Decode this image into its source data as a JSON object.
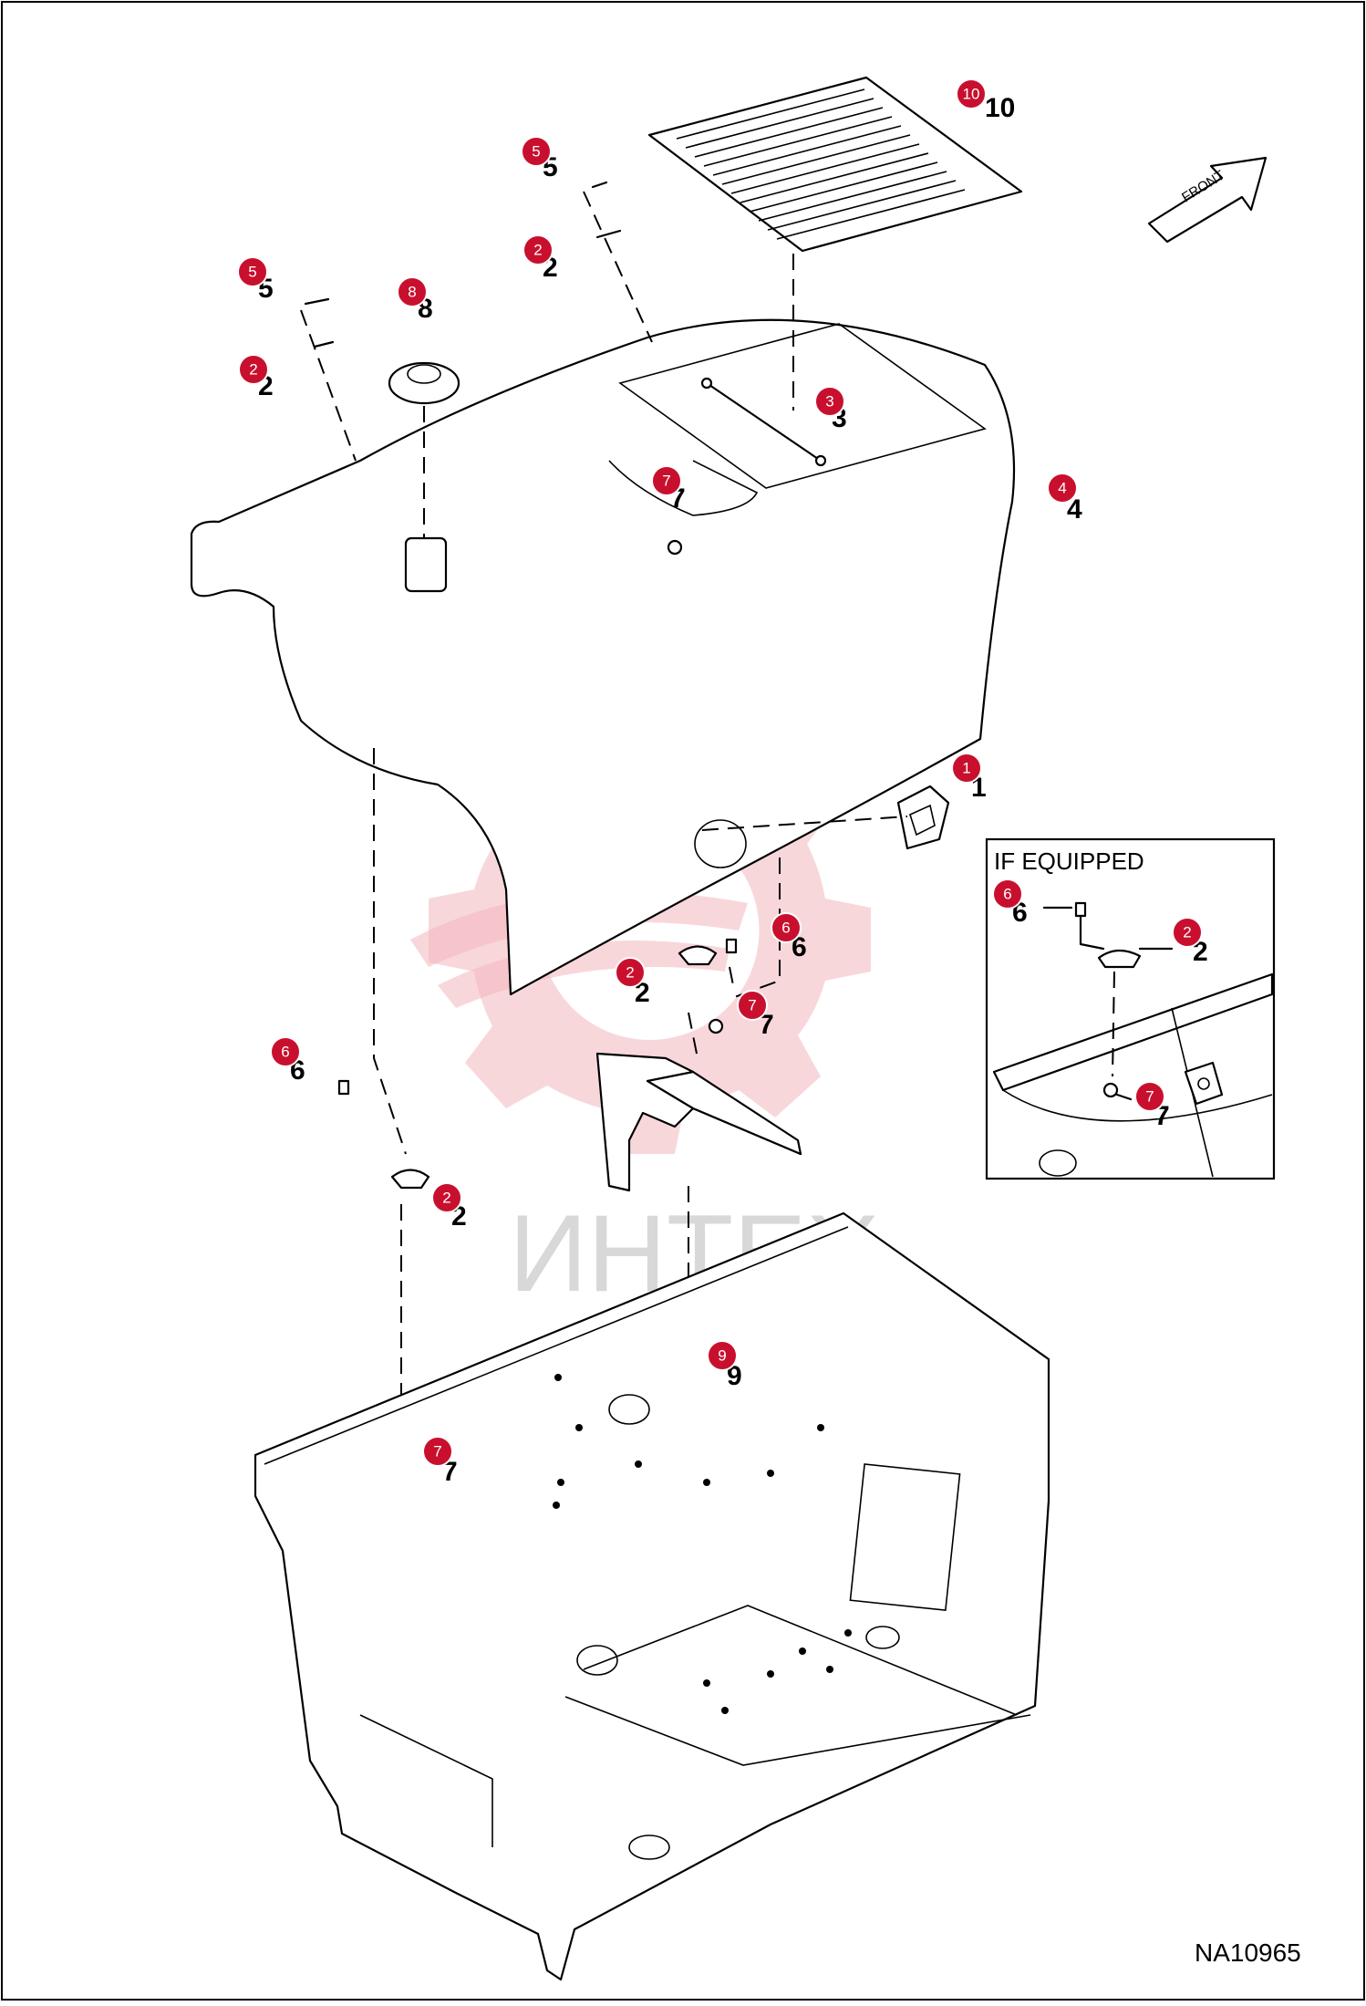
{
  "figure_code": "NA10965",
  "direction_label": "FRONT",
  "inset_title": "IF EQUIPPED",
  "watermark_text": "ИНТЕХ",
  "colors": {
    "callout": "#c8102e",
    "line": "#000000",
    "watermark": "#f3b7bd"
  },
  "callouts": [
    {
      "id": "c10",
      "label": "10"
    },
    {
      "id": "c5a",
      "label": "5"
    },
    {
      "id": "c2a",
      "label": "2"
    },
    {
      "id": "c5b",
      "label": "5"
    },
    {
      "id": "c8",
      "label": "8"
    },
    {
      "id": "c2b",
      "label": "2"
    },
    {
      "id": "c3",
      "label": "3"
    },
    {
      "id": "c7a",
      "label": "7"
    },
    {
      "id": "c4",
      "label": "4"
    },
    {
      "id": "c1",
      "label": "1"
    },
    {
      "id": "c6a",
      "label": "6"
    },
    {
      "id": "c2c",
      "label": "2"
    },
    {
      "id": "c7b",
      "label": "7"
    },
    {
      "id": "c6b",
      "label": "6"
    },
    {
      "id": "c2d",
      "label": "2"
    },
    {
      "id": "c9",
      "label": "9"
    },
    {
      "id": "c7c",
      "label": "7"
    },
    {
      "id": "c6c",
      "label": "6"
    },
    {
      "id": "c2e",
      "label": "2"
    },
    {
      "id": "c7d",
      "label": "7"
    }
  ]
}
